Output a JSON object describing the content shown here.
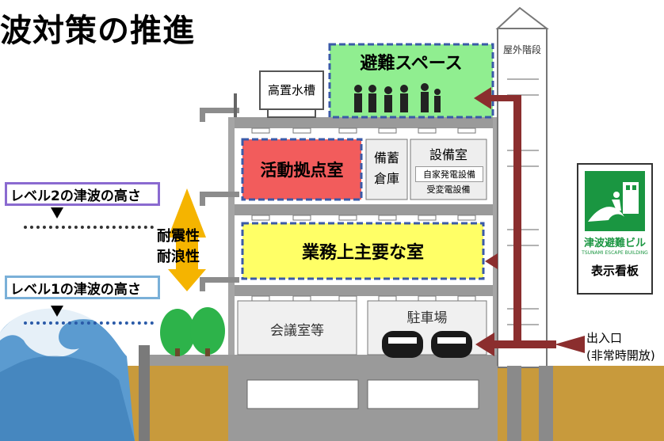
{
  "title": "波対策の推進",
  "rooms": {
    "refuge": "避難スペース",
    "water_tank": "高置水槽",
    "outdoor_stairs": "屋外階段",
    "activity_base": "活動拠点室",
    "storage_line1": "備蓄",
    "storage_line2": "倉庫",
    "equipment": "設備室",
    "equipment_sub1": "自家発電設備",
    "equipment_sub2": "受変電設備",
    "main_rooms": "業務上主要な室",
    "meeting_room": "会議室等",
    "parking": "駐車場"
  },
  "levels": {
    "level2": "レベル2の津波の高さ",
    "level1": "レベル1の津波の高さ"
  },
  "resistance": {
    "line1": "耐震性",
    "line2": "耐浪性"
  },
  "sign": {
    "jp": "津波避難ビル",
    "en": "TSUNAMI ESCAPE BUILDING",
    "caption": "表示看板"
  },
  "entrance": {
    "line1": "出入口",
    "line2": "(非常時開放)"
  },
  "colors": {
    "refuge_fill": "#90ee90",
    "activity_fill": "#f25c5c",
    "main_fill": "#ffff66",
    "arrow": "#8b2e2e",
    "ground": "#c8a046",
    "sign_green": "#1a9641",
    "orange_arrow": "#f5b400",
    "wave_blue": "#4a8fc4"
  }
}
